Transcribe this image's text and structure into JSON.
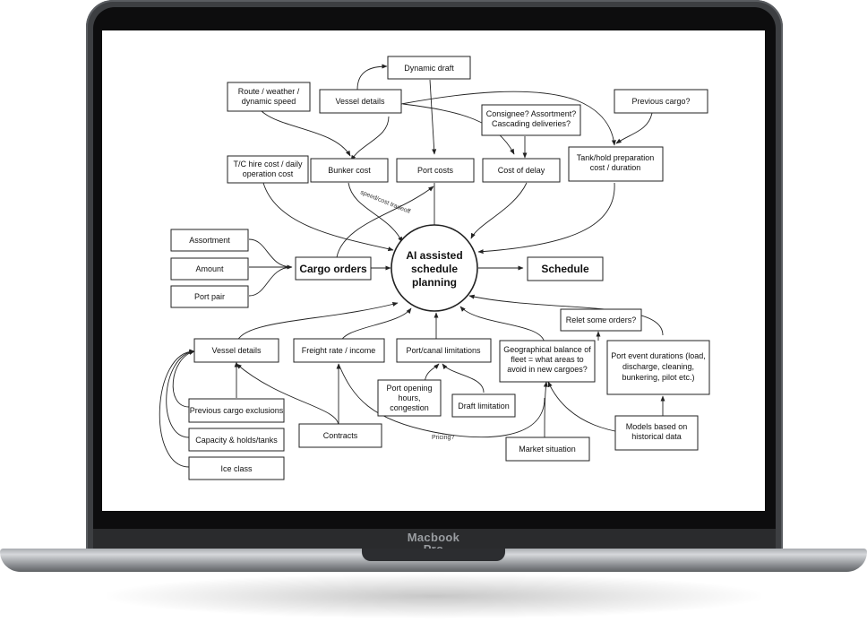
{
  "device": {
    "brand_line1": "Macbook",
    "brand_line2": "Pro"
  },
  "diagram": {
    "center": [
      "AI assisted",
      "schedule",
      "planning"
    ],
    "cargo_orders": "Cargo orders",
    "schedule": "Schedule",
    "route_weather": [
      "Route / weather /",
      "dynamic speed"
    ],
    "vessel_details_top": "Vessel details",
    "dynamic_draft": "Dynamic draft",
    "consignee": [
      "Consignee? Assortment?",
      "Cascading deliveries?"
    ],
    "previous_cargo_q": "Previous cargo?",
    "tc_hire": [
      "T/C hire cost / daily",
      "operation cost"
    ],
    "bunker_cost": "Bunker cost",
    "port_costs": "Port costs",
    "cost_of_delay": "Cost of delay",
    "tank_hold": [
      "Tank/hold preparation",
      "cost / duration"
    ],
    "speed_tradeoff": "speed/cost tradeoff",
    "assortment": "Assortment",
    "amount": "Amount",
    "port_pair": "Port pair",
    "vessel_details_bottom": "Vessel details",
    "freight_rate": "Freight rate / income",
    "port_canal": "Port/canal limitations",
    "geo_balance": [
      "Geographical balance of",
      "fleet = what areas to",
      "avoid in new cargoes?"
    ],
    "relet": "Relet some orders?",
    "port_event": [
      "Port event durations (load,",
      "discharge, cleaning,",
      "bunkering, pilot etc.)"
    ],
    "port_opening": [
      "Port opening",
      "hours,",
      "congestion"
    ],
    "draft_limitation": "Draft limitation",
    "prev_cargo_excl": "Previous cargo exclusions",
    "capacity": "Capacity & holds/tanks",
    "ice_class": "Ice class",
    "contracts": "Contracts",
    "pricing": "Pricing?",
    "market_situation": "Market situation",
    "models": [
      "Models based on",
      "historical data"
    ]
  }
}
